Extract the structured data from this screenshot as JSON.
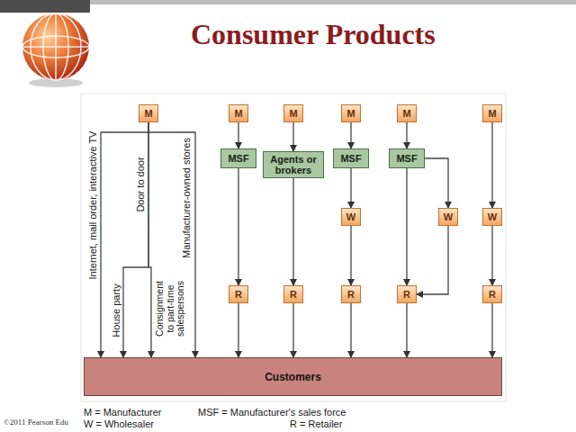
{
  "diagram": {
    "title": "Consumer Products",
    "nodes": [
      {
        "text": [
          "M"
        ]
      },
      {
        "text": [
          "M"
        ]
      },
      {
        "text": [
          "M"
        ]
      },
      {
        "text": [
          "M"
        ]
      },
      {
        "text": [
          "M"
        ]
      },
      {
        "text": [
          "M"
        ]
      },
      {
        "text": [
          "MSF"
        ]
      },
      {
        "text": [
          "Agents or brokers"
        ]
      },
      {
        "text": [
          "MSF"
        ]
      },
      {
        "text": [
          "MSF"
        ]
      },
      {
        "text": [
          "W"
        ]
      },
      {
        "text": [
          "W"
        ]
      },
      {
        "text": [
          "W"
        ]
      },
      {
        "text": [
          "R"
        ]
      },
      {
        "text": [
          "R"
        ]
      },
      {
        "text": [
          "R"
        ]
      },
      {
        "text": [
          "R"
        ]
      },
      {
        "text": [
          "R"
        ]
      },
      {
        "text": [
          "Customers"
        ]
      }
    ],
    "edges": [
      {
        "from": 0,
        "to": 18,
        "arrow": "to",
        "label": "Internet, mail order, interactive TV"
      },
      {
        "from": 0,
        "to": 18,
        "arrow": "to",
        "label": "House party"
      },
      {
        "from": 0,
        "to": 18,
        "arrow": "to",
        "label": "Consignment to part-time salespersons"
      },
      {
        "from": 0,
        "to": 18,
        "arrow": "to",
        "label": "Manufacturer-owned stores"
      },
      {
        "from": 1,
        "to": 6,
        "arrow": "to"
      },
      {
        "from": 6,
        "to": 13,
        "arrow": "to"
      },
      {
        "from": 13,
        "to": 18,
        "arrow": "to"
      },
      {
        "from": 2,
        "to": 7,
        "arrow": "to"
      },
      {
        "from": 7,
        "to": 14,
        "arrow": "to"
      },
      {
        "from": 14,
        "to": 18,
        "arrow": "to"
      },
      {
        "from": 3,
        "to": 8,
        "arrow": "to"
      },
      {
        "from": 8,
        "to": 10,
        "arrow": "to"
      },
      {
        "from": 10,
        "to": 15,
        "arrow": "to"
      },
      {
        "from": 15,
        "to": 18,
        "arrow": "to"
      },
      {
        "from": 4,
        "to": 9,
        "arrow": "to"
      },
      {
        "from": 9,
        "to": 16,
        "arrow": "to"
      },
      {
        "from": 9,
        "to": 11,
        "arrow": "to"
      },
      {
        "from": 11,
        "to": 16,
        "arrow": "to"
      },
      {
        "from": 16,
        "to": 18,
        "arrow": "to"
      },
      {
        "from": 5,
        "to": 12,
        "arrow": "to"
      },
      {
        "from": 12,
        "to": 17,
        "arrow": "to"
      },
      {
        "from": 17,
        "to": 18,
        "arrow": "to"
      }
    ],
    "labels": [
      "Door to door",
      "M = Manufacturer",
      "W = Wholesaler",
      "MSF = Manufacturer's sales force",
      "R = Retailer",
      "©2011 Pearson Edu"
    ]
  }
}
